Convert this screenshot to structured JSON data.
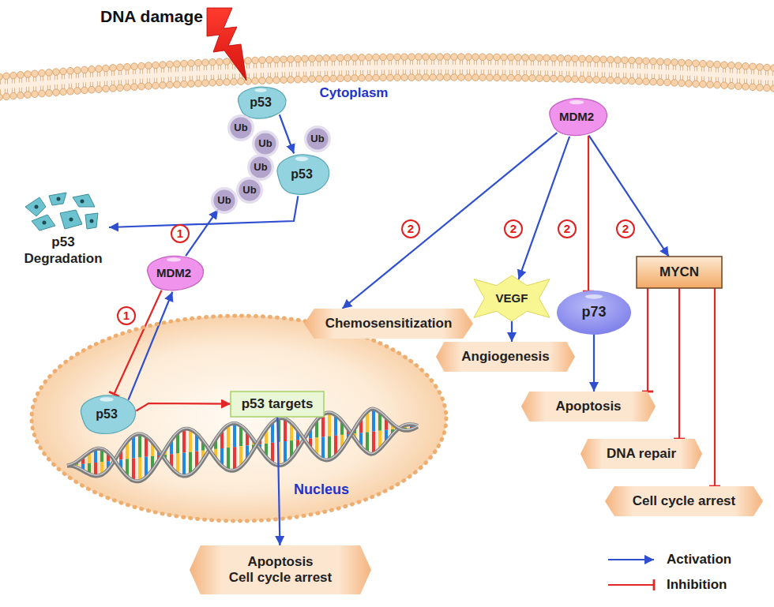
{
  "diagram": {
    "nodes": [
      {
        "text": [
          "p53"
        ]
      },
      {
        "text": [
          "Ub"
        ]
      },
      {
        "text": [
          "Ub"
        ]
      },
      {
        "text": [
          "Ub"
        ]
      },
      {
        "text": [
          "Ub"
        ]
      },
      {
        "text": [
          "Ub"
        ]
      },
      {
        "text": [
          "Ub"
        ]
      },
      {
        "text": [
          "p53"
        ]
      },
      {
        "text": [
          "p53 Degradation"
        ]
      },
      {
        "text": [
          "MDM2"
        ]
      },
      {
        "text": [
          "Nucleus"
        ]
      },
      {
        "text": [
          "p53"
        ],
        "in": 10
      },
      {
        "text": [
          "p53 targets"
        ],
        "in": 10
      },
      {
        "text": [
          "Apoptosis",
          "Cell cycle arrest"
        ]
      },
      {
        "text": [
          "MDM2"
        ]
      },
      {
        "text": [
          "Chemosensitization"
        ]
      },
      {
        "text": [
          "VEGF"
        ]
      },
      {
        "text": [
          "Angiogenesis"
        ]
      },
      {
        "text": [
          "p73"
        ]
      },
      {
        "text": [
          "Apoptosis"
        ]
      },
      {
        "text": [
          "MYCN"
        ]
      },
      {
        "text": [
          "DNA repair"
        ]
      },
      {
        "text": [
          "Cell cycle arrest"
        ]
      }
    ],
    "edges": [
      {
        "from": 0,
        "to": 7,
        "arrow": "to"
      },
      {
        "from": 7,
        "to": 8,
        "arrow": "to"
      },
      {
        "from": 9,
        "to": 6,
        "arrow": "to"
      },
      {
        "from": 9,
        "to": 11,
        "arrow": "to"
      },
      {
        "from": 11,
        "to": 9,
        "arrow": "to"
      },
      {
        "from": 11,
        "to": 12,
        "arrow": "to"
      },
      {
        "from": 12,
        "to": 13,
        "arrow": "to"
      },
      {
        "from": 14,
        "to": 15,
        "arrow": "to"
      },
      {
        "from": 14,
        "to": 16,
        "arrow": "to"
      },
      {
        "from": 14,
        "to": 18,
        "arrow": "to"
      },
      {
        "from": 14,
        "to": 20,
        "arrow": "to"
      },
      {
        "from": 16,
        "to": 17,
        "arrow": "to"
      },
      {
        "from": 18,
        "to": 19,
        "arrow": "to"
      },
      {
        "from": 20,
        "to": 19,
        "arrow": "to"
      },
      {
        "from": 20,
        "to": 21,
        "arrow": "to"
      },
      {
        "from": 20,
        "to": 22,
        "arrow": "to"
      }
    ],
    "labels": [
      "DNA damage",
      "Cytoplasm",
      "1",
      "1",
      "2",
      "2",
      "2",
      "2"
    ],
    "legend": [
      {
        "text": "Activation"
      },
      {
        "text": "Inhibition"
      }
    ]
  }
}
